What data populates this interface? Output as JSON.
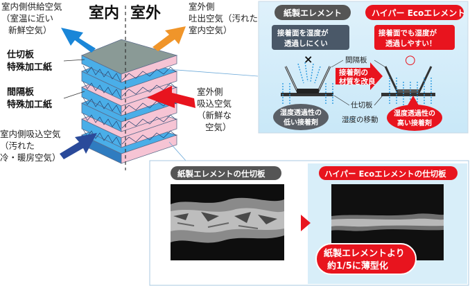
{
  "left": {
    "indoor_label": "室内",
    "outdoor_label": "室外",
    "indoor_supply": [
      "室内側供給空気",
      "（室温に近い",
      "新鮮空気）"
    ],
    "outdoor_exhaust": [
      "室外側",
      "吐出空気（汚れた",
      "室内空気）"
    ],
    "partition_label": [
      "仕切板",
      "特殊加工紙"
    ],
    "spacer_label": [
      "間隔板",
      "特殊加工紙"
    ],
    "outdoor_intake": [
      "室外側",
      "吸込空気",
      "（新鮮な",
      "空気）"
    ],
    "indoor_intake": [
      "室内側吸込空気",
      "（汚れた",
      "冷・暖房空気）"
    ]
  },
  "comparison": {
    "paper_title": "紙製エレメント",
    "hyper_title": "ハイパー Ecoエレメント",
    "paper_note": [
      "接着面を湿度が",
      "透過しにくい"
    ],
    "hyper_note": [
      "接着面でも湿度が",
      "透過しやすい！"
    ],
    "x_mark": "×",
    "o_mark": "○",
    "spacer": "間隔板",
    "improve": [
      "接着剤の",
      "材質を改良"
    ],
    "partition": "仕切板",
    "humidity_move": "湿度の移動",
    "paper_adhesive": [
      "湿度透過性の",
      "低い接着剤"
    ],
    "hyper_adhesive": [
      "湿度透過性の",
      "高い接着剤"
    ]
  },
  "micro": {
    "paper_title": "紙製エレメントの仕切板",
    "hyper_title": "ハイパー Ecoエレメントの仕切板",
    "callout": [
      "紙製エレメントより",
      "約1/5に薄型化"
    ]
  },
  "colors": {
    "red": "#e8141e",
    "blue_arrow": "#1a86d8",
    "orange_arrow": "#f0952a",
    "navy_arrow": "#2a4a9a",
    "pink_layer": "#f6c4d4",
    "blue_layer": "#4aaee8",
    "top_gray": "#8a9a96"
  }
}
